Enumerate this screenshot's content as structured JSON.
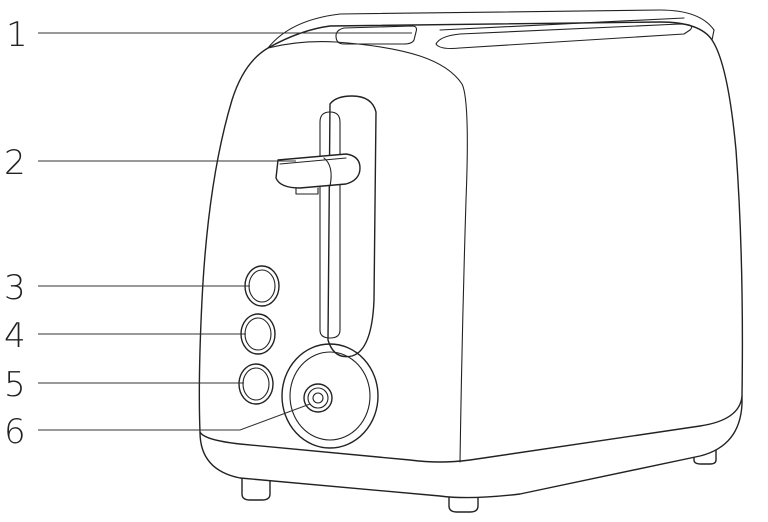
{
  "callouts": [
    {
      "number": "1"
    },
    {
      "number": "2"
    },
    {
      "number": "3"
    },
    {
      "number": "4"
    },
    {
      "number": "5"
    },
    {
      "number": "6"
    }
  ]
}
